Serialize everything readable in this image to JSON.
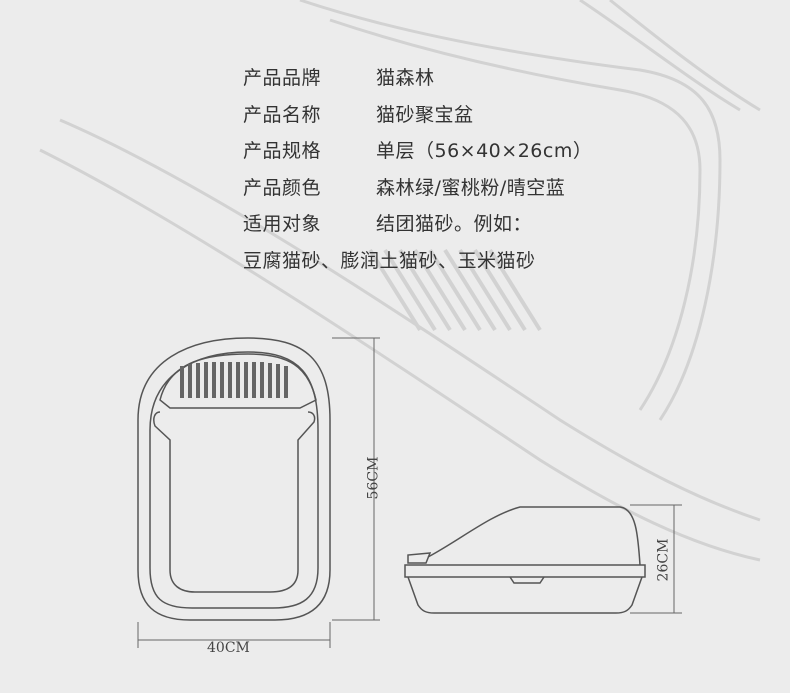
{
  "specs": [
    {
      "label": "产品品牌",
      "value": "猫森林"
    },
    {
      "label": "产品名称",
      "value": "猫砂聚宝盆"
    },
    {
      "label": "产品规格",
      "value": "单层（56×40×26cm）"
    },
    {
      "label": "产品颜色",
      "value": "森林绿/蜜桃粉/晴空蓝"
    },
    {
      "label": "适用对象",
      "value": "结团猫砂。例如："
    }
  ],
  "examples": "豆腐猫砂、膨润土猫砂、玉米猫砂",
  "dimensions": {
    "length": "56CM",
    "width": "40CM",
    "height": "26CM"
  },
  "colors": {
    "background": "#ececec",
    "text": "#333333",
    "outline": "#555555",
    "comb": "#666666"
  }
}
